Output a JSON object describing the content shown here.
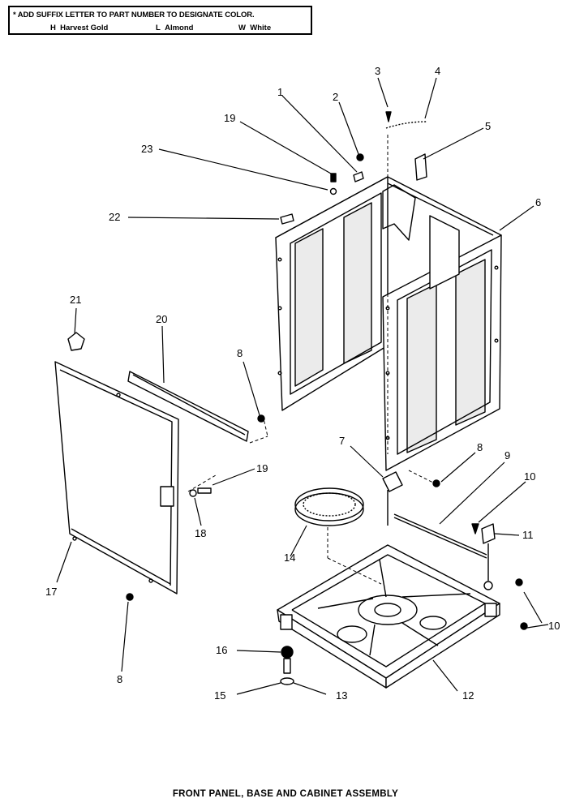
{
  "note": {
    "line1": "* ADD SUFFIX LETTER TO PART NUMBER TO DESIGNATE COLOR.",
    "colors": [
      {
        "code": "H",
        "name": "Harvest Gold"
      },
      {
        "code": "L",
        "name": "Almond"
      },
      {
        "code": "W",
        "name": "White"
      }
    ]
  },
  "callouts": [
    "1",
    "2",
    "3",
    "4",
    "5",
    "6",
    "7",
    "8",
    "8",
    "8",
    "9",
    "10",
    "10",
    "11",
    "12",
    "13",
    "14",
    "15",
    "16",
    "17",
    "18",
    "19",
    "19",
    "20",
    "21",
    "22",
    "23"
  ],
  "caption": "FRONT PANEL, BASE AND CABINET ASSEMBLY"
}
